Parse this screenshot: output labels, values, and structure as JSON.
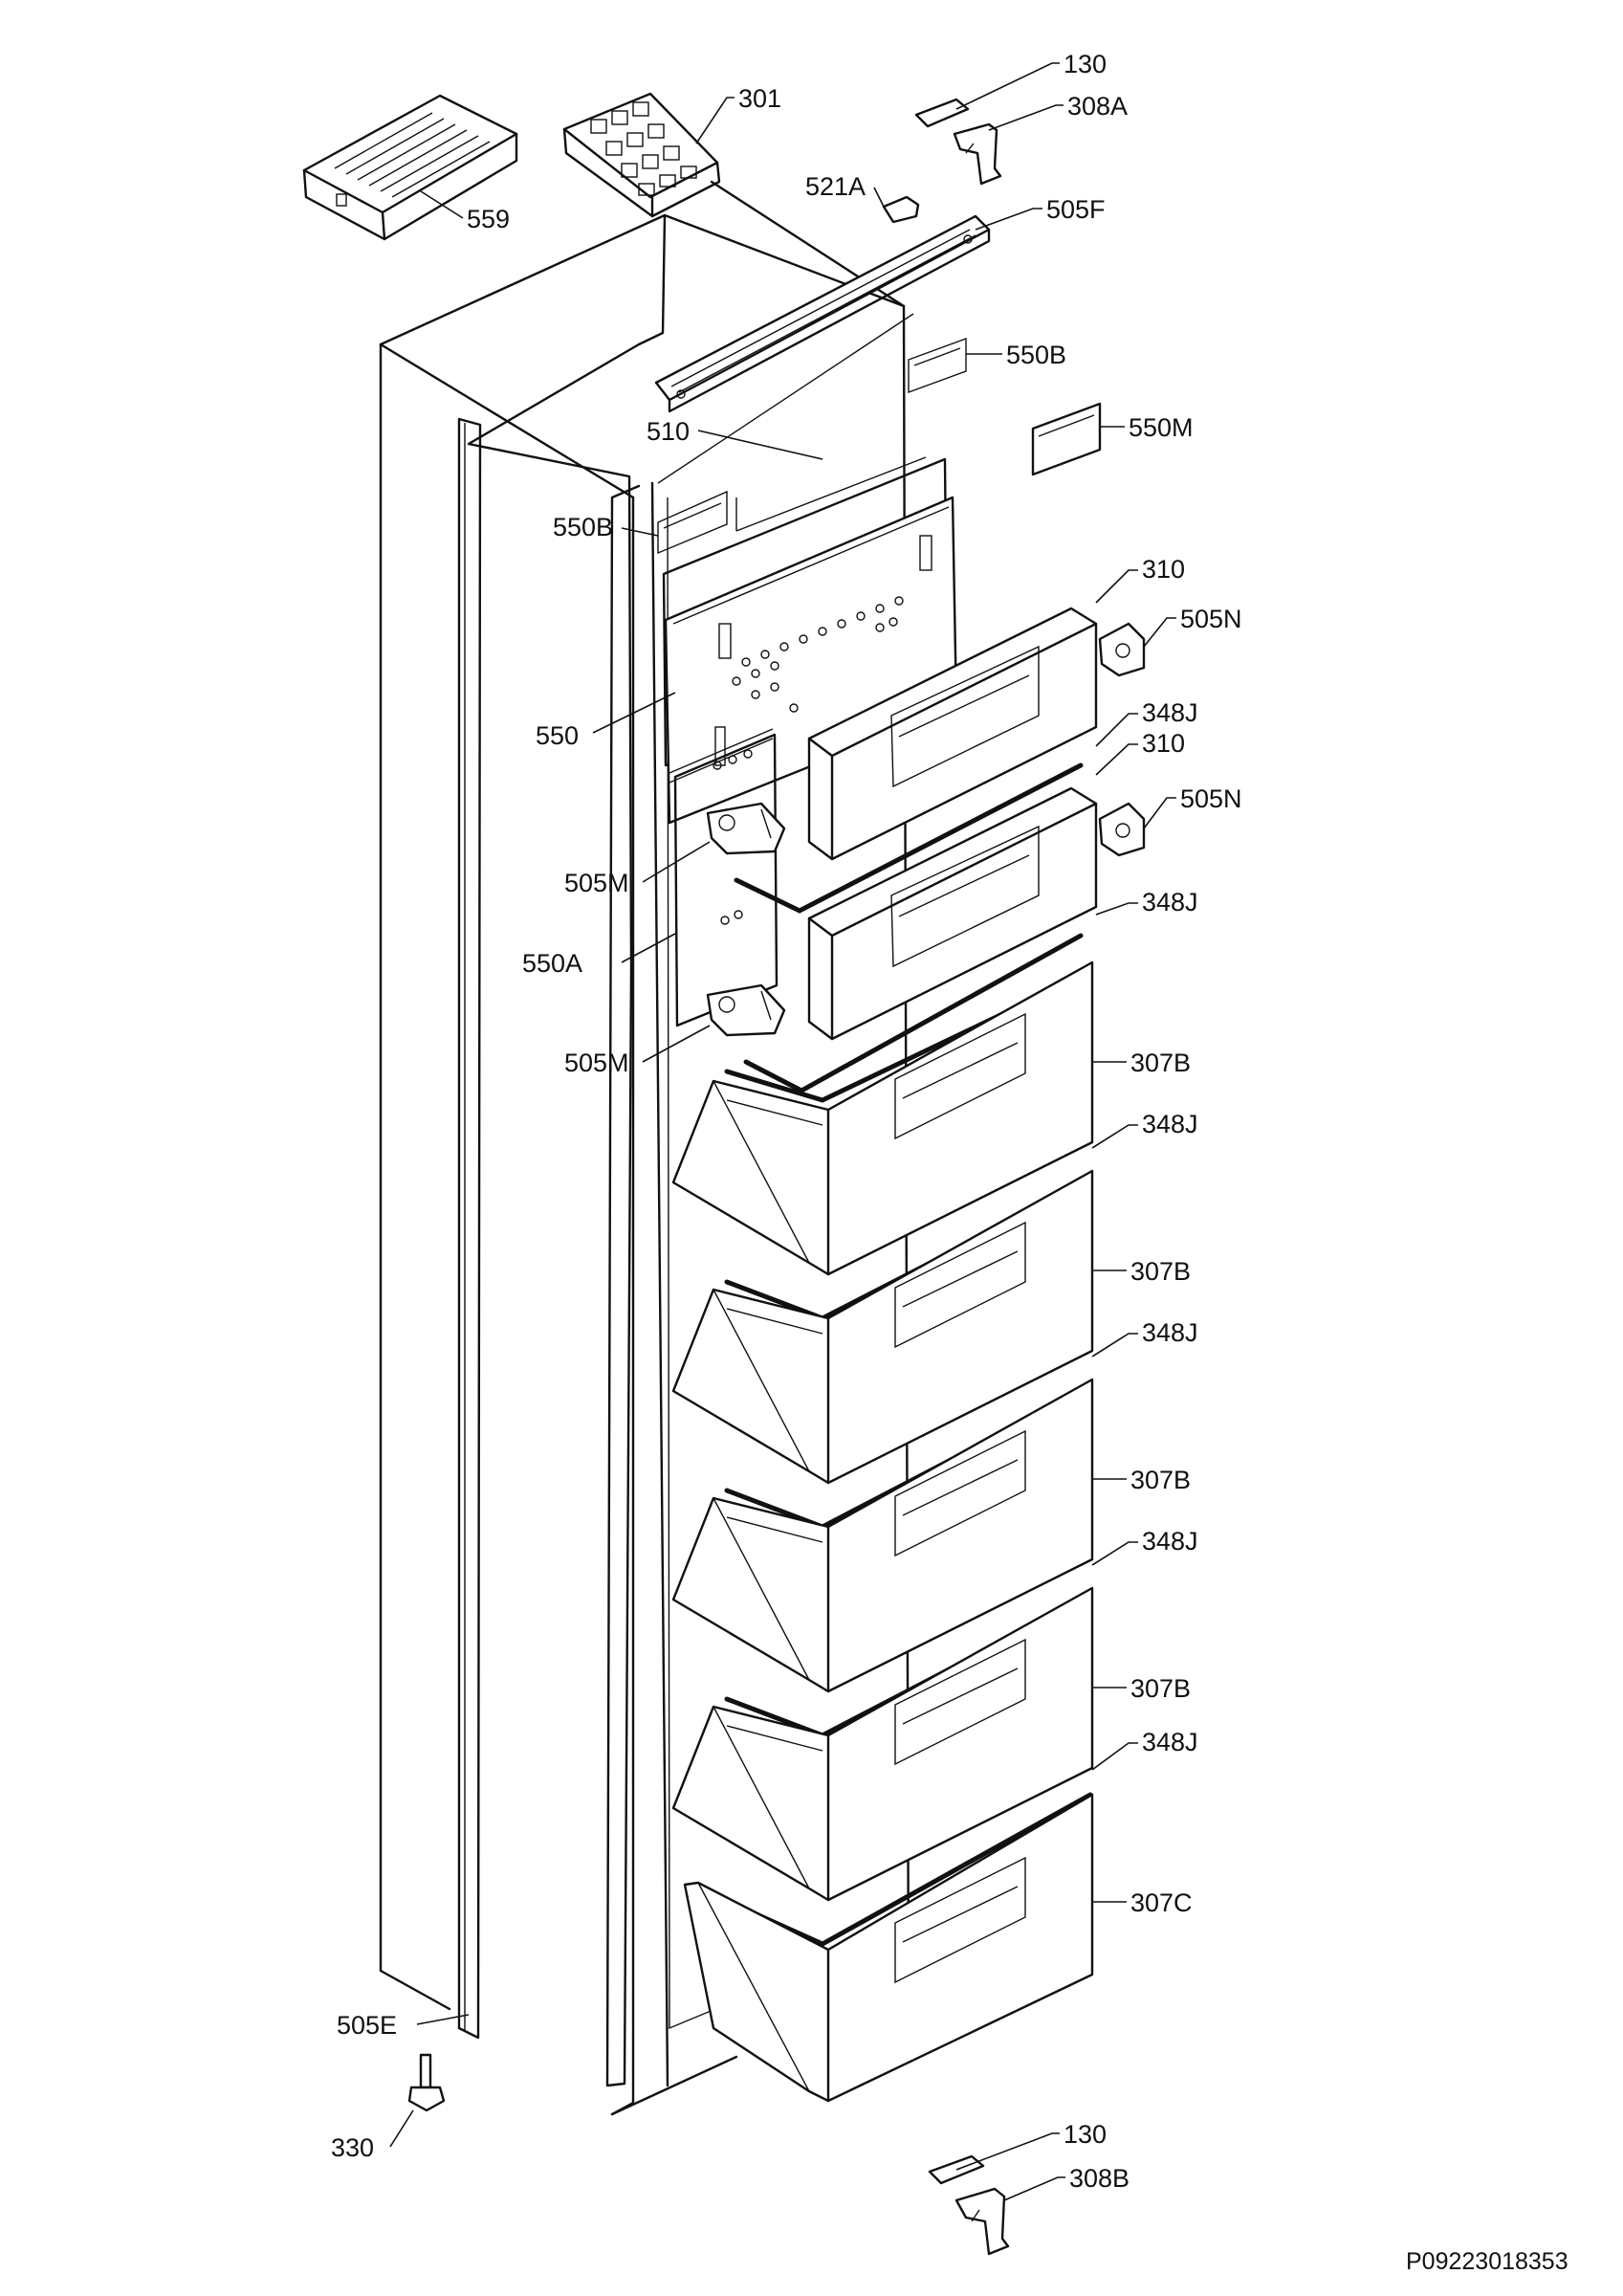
{
  "diagram": {
    "reference_code": "P09223018353",
    "callouts": [
      {
        "id": "c130a",
        "label": "130"
      },
      {
        "id": "c308a",
        "label": "308A"
      },
      {
        "id": "c301",
        "label": "301"
      },
      {
        "id": "c559",
        "label": "559"
      },
      {
        "id": "c521a",
        "label": "521A"
      },
      {
        "id": "c505f",
        "label": "505F"
      },
      {
        "id": "c550b1",
        "label": "550B"
      },
      {
        "id": "c550m",
        "label": "550M"
      },
      {
        "id": "c510",
        "label": "510"
      },
      {
        "id": "c550b2",
        "label": "550B"
      },
      {
        "id": "c310a",
        "label": "310"
      },
      {
        "id": "c505n1",
        "label": "505N"
      },
      {
        "id": "c348j1",
        "label": "348J"
      },
      {
        "id": "c550",
        "label": "550"
      },
      {
        "id": "c310b",
        "label": "310"
      },
      {
        "id": "c505n2",
        "label": "505N"
      },
      {
        "id": "c505m1",
        "label": "505M"
      },
      {
        "id": "c348j2",
        "label": "348J"
      },
      {
        "id": "c550a",
        "label": "550A"
      },
      {
        "id": "c505m2",
        "label": "505M"
      },
      {
        "id": "c307b1",
        "label": "307B"
      },
      {
        "id": "c348j3",
        "label": "348J"
      },
      {
        "id": "c307b2",
        "label": "307B"
      },
      {
        "id": "c348j4",
        "label": "348J"
      },
      {
        "id": "c307b3",
        "label": "307B"
      },
      {
        "id": "c348j5",
        "label": "348J"
      },
      {
        "id": "c307b4",
        "label": "307B"
      },
      {
        "id": "c348j6",
        "label": "348J"
      },
      {
        "id": "c307c",
        "label": "307C"
      },
      {
        "id": "c505e",
        "label": "505E"
      },
      {
        "id": "c330",
        "label": "330"
      },
      {
        "id": "c130b",
        "label": "130"
      },
      {
        "id": "c308b",
        "label": "308B"
      }
    ]
  }
}
